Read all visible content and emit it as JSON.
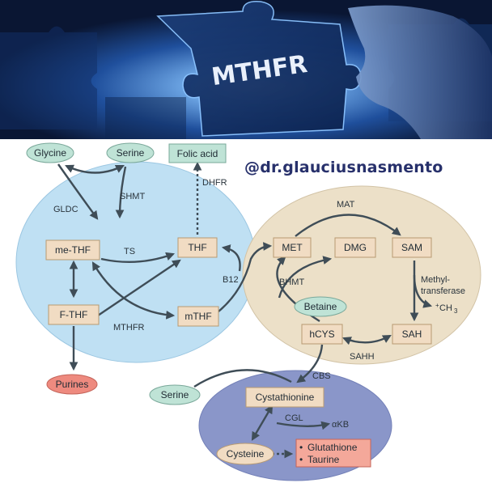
{
  "banner": {
    "title": "MTHFR"
  },
  "handle": "@dr.glauciusnasmento",
  "colors": {
    "thf_cycle_fill": "#bfe0f3",
    "methionine_cycle_fill": "#ece0c8",
    "transsulfuration_fill": "#8a96c9",
    "metabolite_box": "#f1dcc3",
    "green_pill": "#bfe3d6",
    "purines_pill": "#ee8a7f",
    "products_box": "#f4a89a",
    "arrow": "#3f4d57"
  },
  "nodes": {
    "glycine": "Glycine",
    "serine_top": "Serine",
    "folic_acid": "Folic acid",
    "me_thf": "me-THF",
    "thf": "THF",
    "f_thf": "F-THF",
    "mthf": "mTHF",
    "purines": "Purines",
    "met": "MET",
    "dmg": "DMG",
    "sam": "SAM",
    "betaine": "Betaine",
    "hcys": "hCYS",
    "sah": "SAH",
    "serine_bottom": "Serine",
    "cystathionine": "Cystathionine",
    "cysteine": "Cysteine",
    "glutathione": "Glutathione",
    "taurine": "Taurine"
  },
  "enzymes": {
    "shmt": "SHMT",
    "gldc": "GLDC",
    "dhfr": "DHFR",
    "ts": "TS",
    "mthfr": "MTHFR",
    "b12": "B12",
    "mat": "MAT",
    "bhmt": "BHMT",
    "methyltransferase_1": "Methyl-",
    "methyltransferase_2": "transferase",
    "ch3": "CH",
    "ch3_sup": "+",
    "ch3_sub": "3",
    "sahh": "SAHH",
    "cbs": "CBS",
    "cgl": "CGL",
    "akb": "αKB",
    "bullet": "•"
  }
}
